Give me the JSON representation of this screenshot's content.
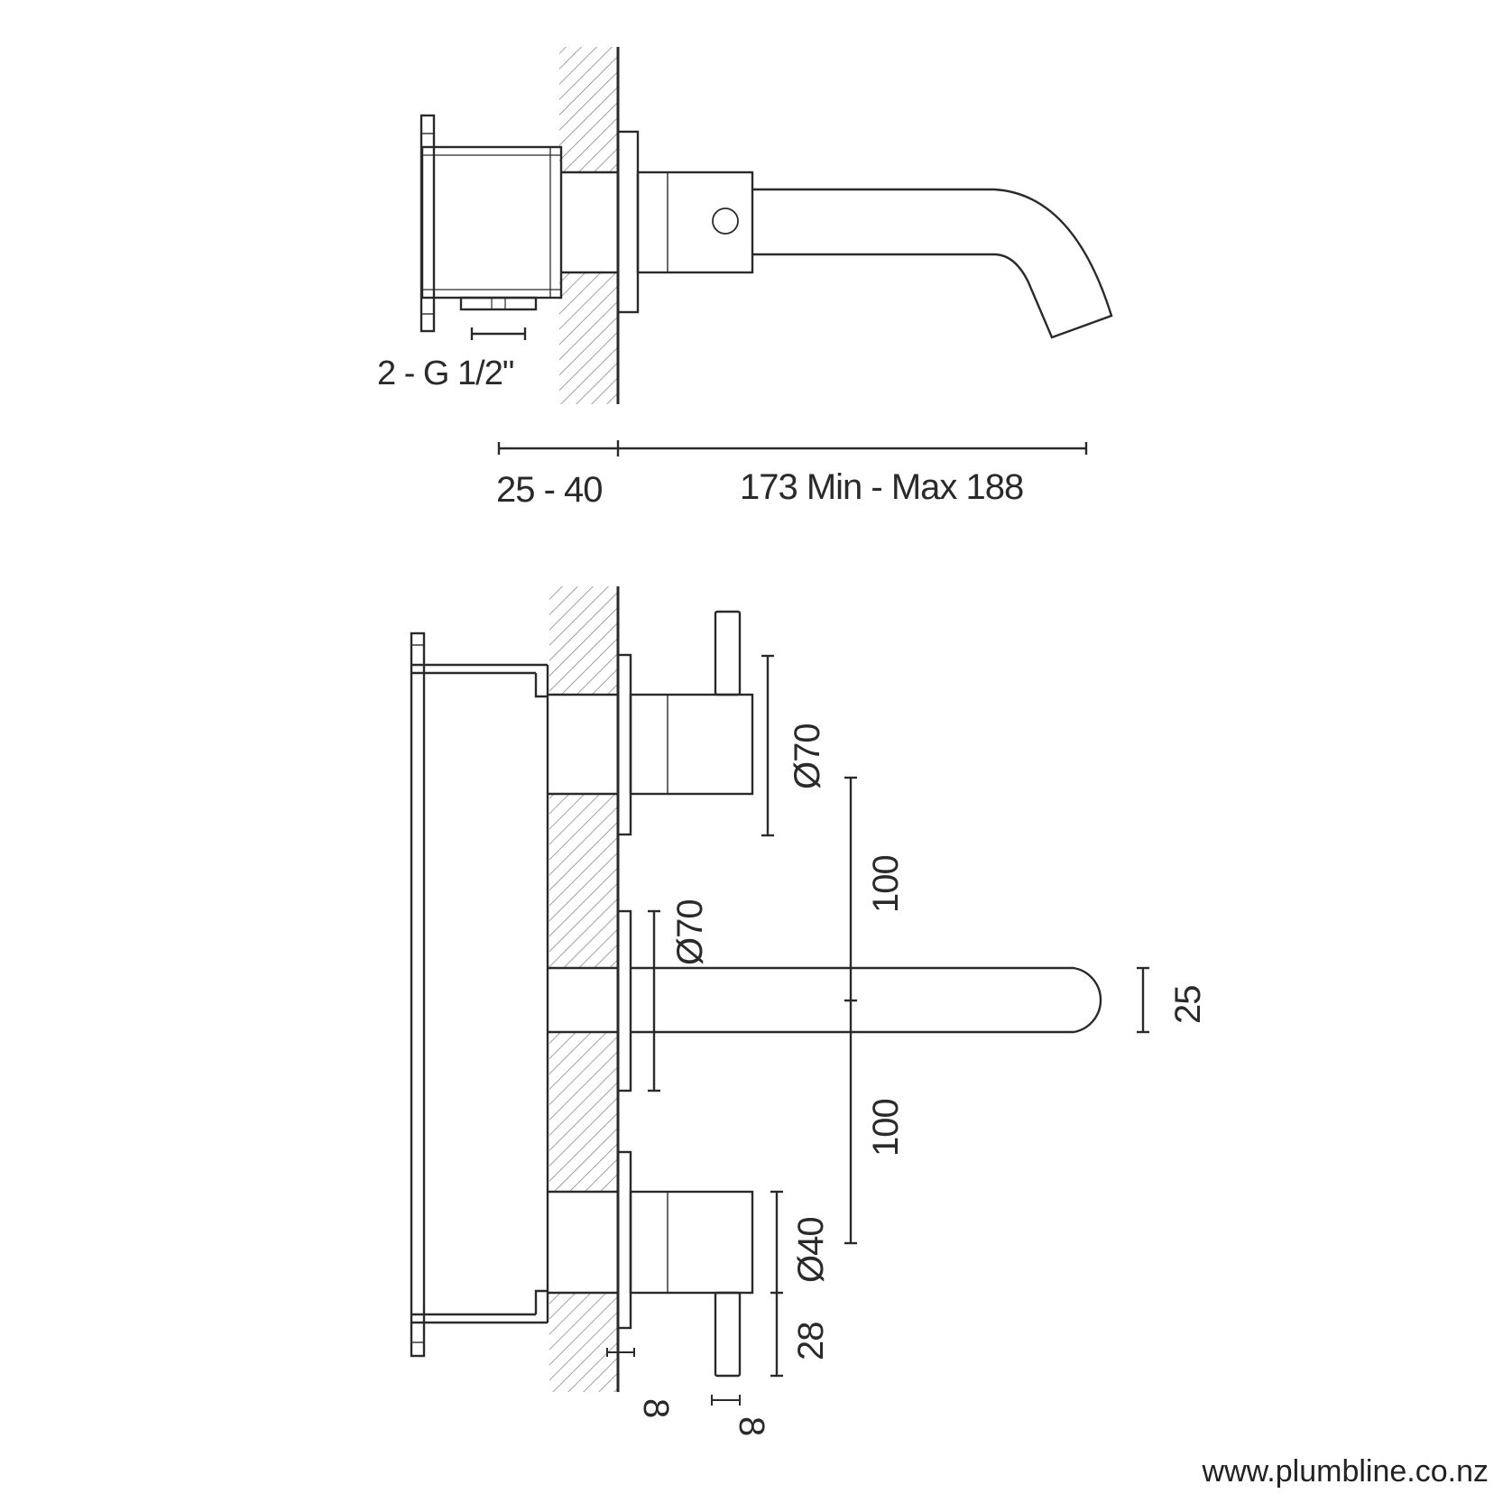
{
  "drawing": {
    "type": "technical-dimension-drawing",
    "subject": "Wall-mounted basin mixer (3-hole) — side and front elevations",
    "line_color": "#2a2a2a",
    "hatch_color": "#8a8a8a"
  },
  "side_view": {
    "inlet_label": "2 - G 1/2\"",
    "dim_wall_depth": "25 - 40",
    "dim_spout_reach": "173 Min - Max 188"
  },
  "front_view": {
    "upper_handle_diameter": "Ø70",
    "spout_escutcheon_diameter": "Ø70",
    "handle_spacing_upper": "100",
    "handle_spacing_lower": "100",
    "spout_height": "25",
    "lower_handle_diameter": "Ø40",
    "lever_length": "28",
    "escutcheon_thickness": "8",
    "lever_diameter": "8"
  },
  "footer": {
    "website": "www.plumbline.co.nz"
  }
}
